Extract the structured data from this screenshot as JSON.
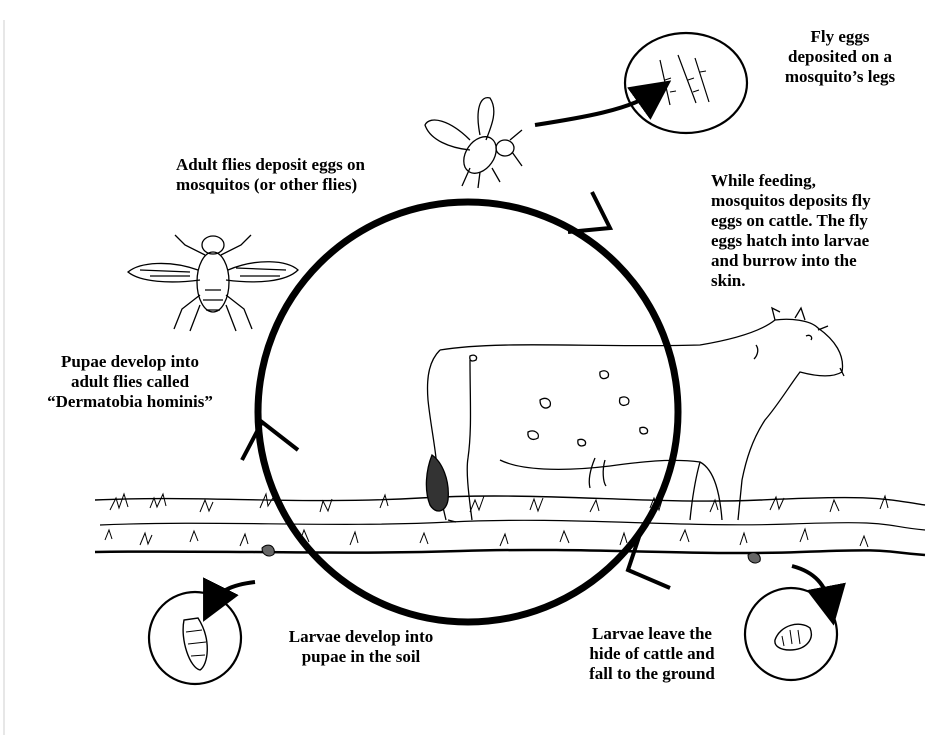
{
  "diagram": {
    "labels": {
      "fly_eggs": "Fly eggs\ndeposited on a\nmosquito’s legs",
      "adult_flies": "Adult flies deposit eggs on\nmosquitos (or other flies)",
      "mosquitos_feeding": "While feeding,\nmosquitos deposits fly\neggs on cattle.  The fly\neggs hatch into larvae\nand burrow into the\nskin.",
      "pupae": "Pupae develop into\nadult flies called\n“Dermatobia hominis”",
      "larvae_soil": "Larvae develop into\npupae in the soil",
      "larvae_leave": "Larvae leave the\nhide of cattle and\nfall to the ground"
    },
    "colors": {
      "ink": "#000000",
      "background": "#ffffff"
    }
  }
}
